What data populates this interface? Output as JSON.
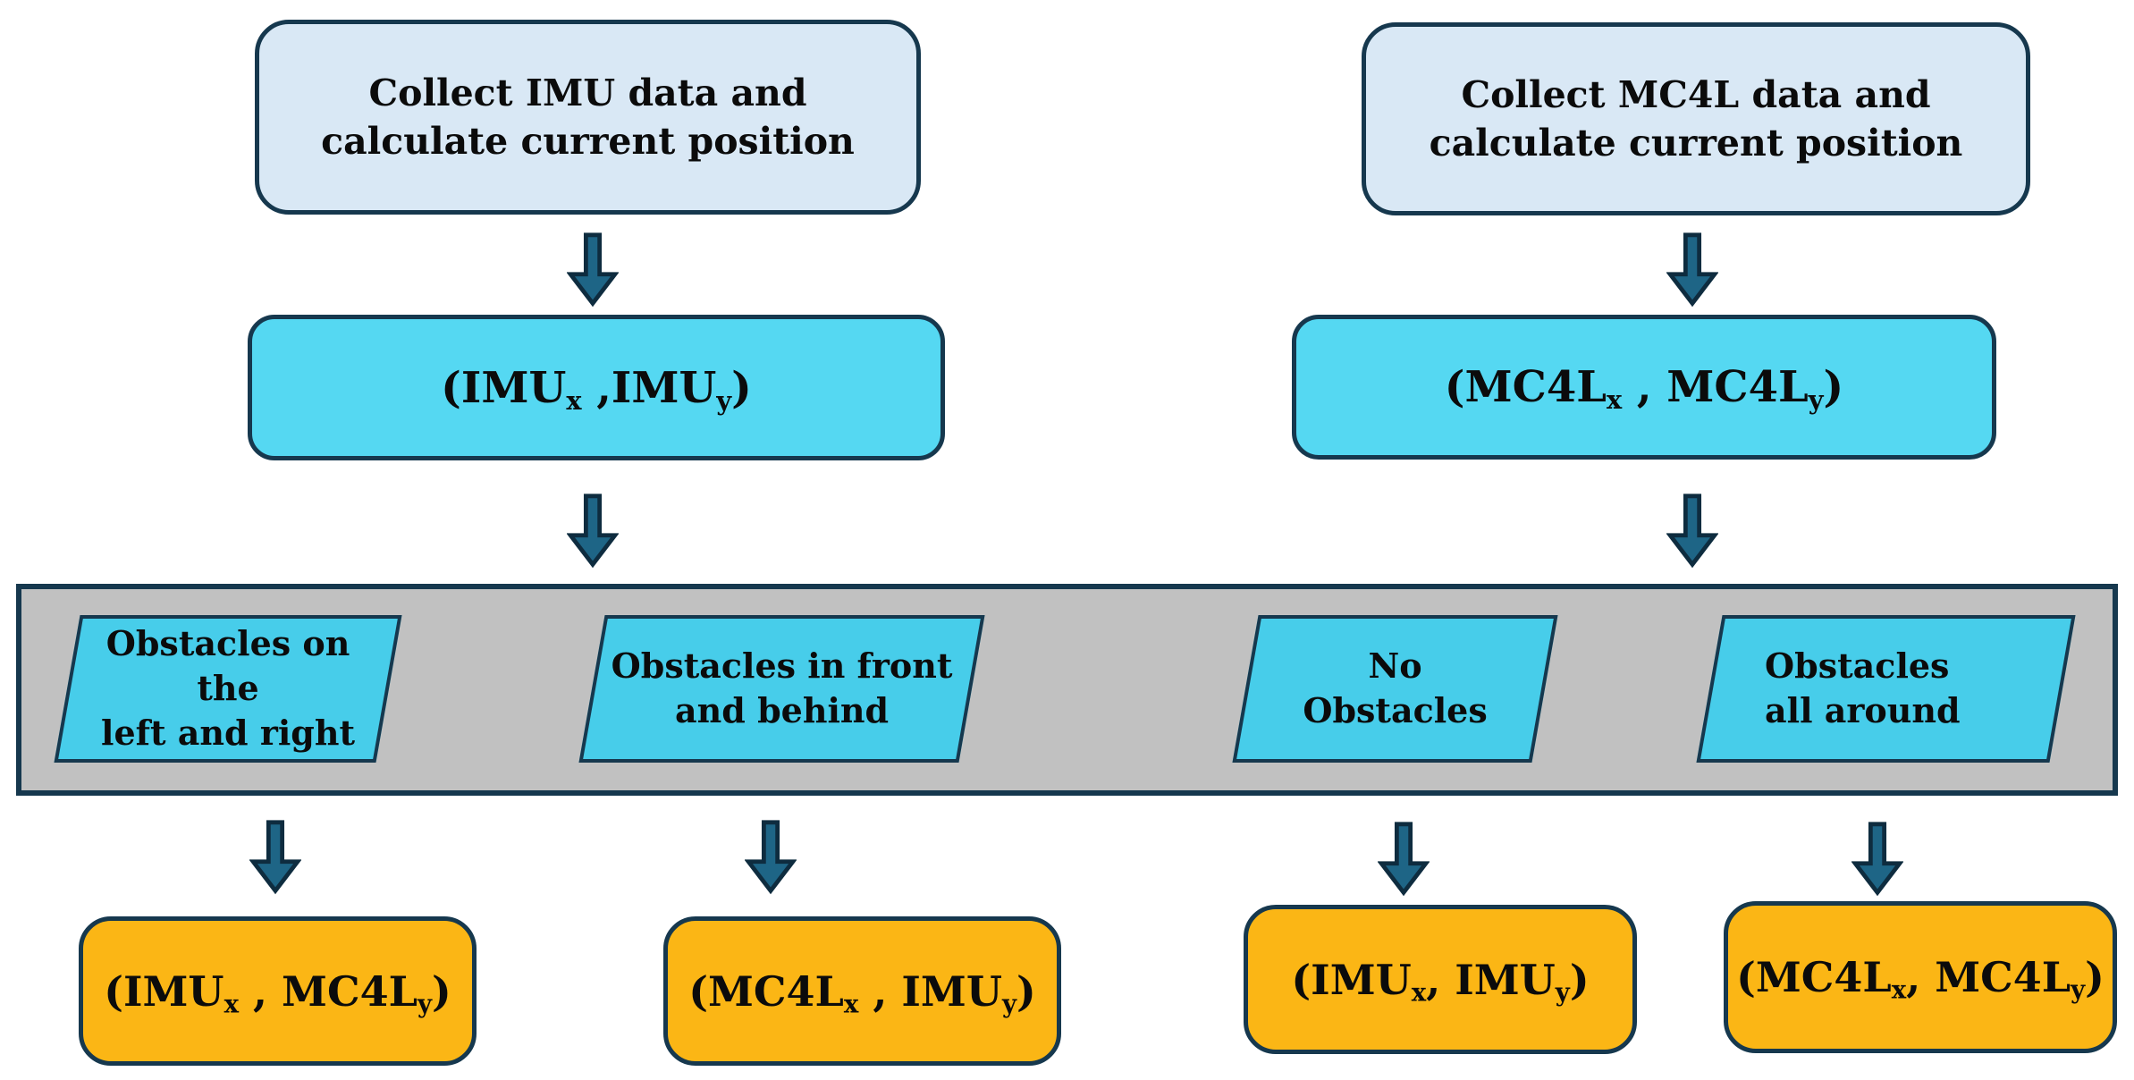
{
  "colors": {
    "bg": "#FFFFFF",
    "text": "#0B0B0B",
    "box_border": "#16384E",
    "arrow_fill": "#1E6586",
    "arrow_outline": "#0E2C3F",
    "collect_fill": "#D9E8F5",
    "position_fill": "#55D8F2",
    "condition_fill": "#47CDEA",
    "band_fill": "#C1C1C1",
    "output_fill": "#FBB615"
  },
  "collect_row": [
    {
      "lines": [
        "Collect IMU data and",
        "calculate current position"
      ]
    },
    {
      "lines": [
        "Collect MC4L data and",
        "calculate current position"
      ]
    }
  ],
  "position_row": [
    {
      "parts": [
        {
          "t": "(IMU"
        },
        {
          "s": "x"
        },
        {
          "t": " ,IMU"
        },
        {
          "s": "y"
        },
        {
          "t": ")"
        }
      ]
    },
    {
      "parts": [
        {
          "t": "(MC4L"
        },
        {
          "s": "x"
        },
        {
          "t": " , MC4L"
        },
        {
          "s": "y"
        },
        {
          "t": ")"
        }
      ]
    }
  ],
  "condition_band": [
    {
      "lines": [
        "Obstacles on the",
        "left and right"
      ]
    },
    {
      "lines": [
        "Obstacles in front",
        "and behind"
      ]
    },
    {
      "lines": [
        "No",
        "Obstacles"
      ]
    },
    {
      "lines": [
        "Obstacles",
        "all around"
      ]
    }
  ],
  "output_row": [
    {
      "parts": [
        {
          "t": "(IMU"
        },
        {
          "s": "x"
        },
        {
          "t": " , MC4L"
        },
        {
          "s": "y"
        },
        {
          "t": ")"
        }
      ]
    },
    {
      "parts": [
        {
          "t": "(MC4L"
        },
        {
          "s": "x"
        },
        {
          "t": " , IMU"
        },
        {
          "s": "y"
        },
        {
          "t": ")"
        }
      ]
    },
    {
      "parts": [
        {
          "t": "(IMU"
        },
        {
          "s": "x"
        },
        {
          "t": ", IMU"
        },
        {
          "s": "y"
        },
        {
          "t": ")"
        }
      ]
    },
    {
      "parts": [
        {
          "t": "(MC4L"
        },
        {
          "s": "x"
        },
        {
          "t": ", MC4L"
        },
        {
          "s": "y"
        },
        {
          "t": ")"
        }
      ]
    }
  ]
}
